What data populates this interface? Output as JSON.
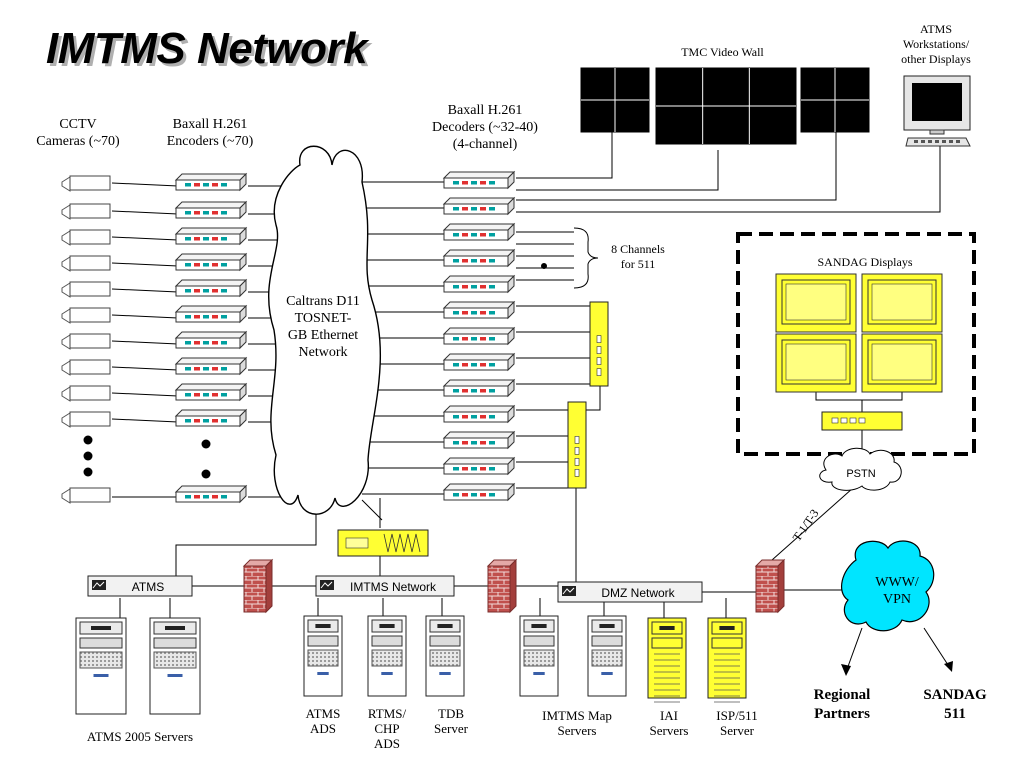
{
  "title": "IMTMS Network",
  "labels": {
    "cctv": "CCTV\nCameras (~70)",
    "encoders": "Baxall H.261\nEncoders (~70)",
    "decoders": "Baxall H.261\nDecoders (~32-40)\n(4-channel)",
    "cloud": "Caltrans D11\nTOSNET-\nGB Ethernet\nNetwork",
    "video_wall": "TMC Video Wall",
    "atms_workstations": "ATMS\nWorkstations/\nother Displays",
    "channels": "8 Channels\nfor 511",
    "sandag_displays": "SANDAG Displays",
    "pstn": "PSTN",
    "t1": "T-1/T-3",
    "www": "WWW/\nVPN",
    "regional": "Regional\nPartners",
    "sandag511": "SANDAG\n511",
    "atms_bar": "ATMS",
    "imtms_bar": "IMTMS Network",
    "dmz_bar": "DMZ Network",
    "atms2005": "ATMS 2005 Servers",
    "atms_ads": "ATMS\nADS",
    "rtms": "RTMS/\nCHP\nADS",
    "tdb": "TDB\nServer",
    "map_servers": "IMTMS Map\nServers",
    "iai": "IAI\nServers",
    "isp": "ISP/511\nServer"
  },
  "colors": {
    "yellow": "#ffff33",
    "cyan": "#00e5ff",
    "brick": "#c0504d",
    "device_led": "#00a0a0",
    "device_led_red": "#e03030"
  }
}
